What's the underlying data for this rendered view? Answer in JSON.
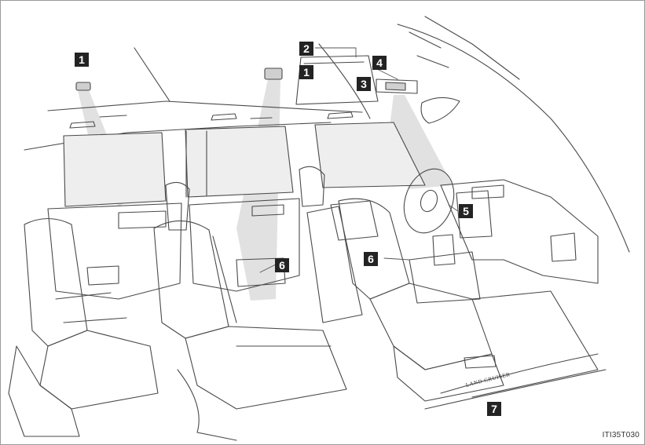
{
  "callouts": {
    "c1_left": "1",
    "c1_top": "1",
    "c2": "2",
    "c3": "3",
    "c4": "4",
    "c5": "5",
    "c6_rear": "6",
    "c6_front": "6",
    "c7": "7"
  },
  "sill_plate_text": "LAND CRUISER",
  "figure_code": "ITI35T030",
  "colors": {
    "line": "#4a4a4a",
    "light_beam": "#d9d9d9",
    "label_bg": "#232323",
    "label_text": "#ffffff"
  }
}
